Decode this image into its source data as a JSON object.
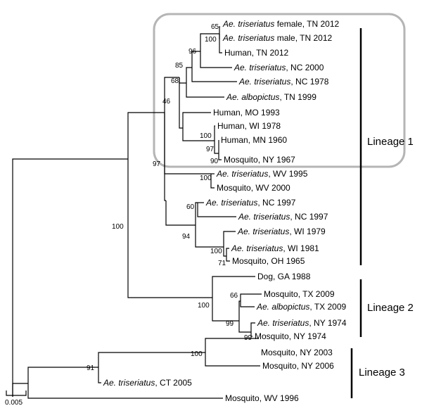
{
  "taxa": [
    {
      "prefix": "Ae. triseriatus",
      "rest": " female, TN 2012"
    },
    {
      "prefix": "Ae. triseriatus",
      "rest": " male, TN 2012"
    },
    {
      "prefix": "",
      "rest": "Human, TN 2012"
    },
    {
      "prefix": "Ae. triseriatus",
      "rest": ", NC 2000"
    },
    {
      "prefix": "Ae. triseriatus",
      "rest": ", NC 1978"
    },
    {
      "prefix": "Ae. albopictus",
      "rest": ", TN 1999"
    },
    {
      "prefix": "",
      "rest": "Human, MO 1993"
    },
    {
      "prefix": "",
      "rest": "Human, WI 1978"
    },
    {
      "prefix": "",
      "rest": "Human, MN 1960"
    },
    {
      "prefix": "",
      "rest": "Mosquito, NY 1967"
    },
    {
      "prefix": "Ae. triseriatus",
      "rest": ", WV 1995"
    },
    {
      "prefix": "",
      "rest": "Mosquito, WV 2000"
    },
    {
      "prefix": "Ae. triseriatus",
      "rest": ", NC 1997"
    },
    {
      "prefix": "Ae. triseriatus",
      "rest": ", NC 1997"
    },
    {
      "prefix": "Ae. triseriatus",
      "rest": ", WI 1979"
    },
    {
      "prefix": "Ae. triseriatus",
      "rest": ", WI 1981"
    },
    {
      "prefix": "",
      "rest": "Mosquito, OH 1965"
    },
    {
      "prefix": "",
      "rest": "Dog, GA 1988"
    },
    {
      "prefix": "",
      "rest": "Mosquito, TX 2009"
    },
    {
      "prefix": "Ae. albopictus",
      "rest": ", TX 2009"
    },
    {
      "prefix": "Ae. triseriatus",
      "rest": ", NY 1974"
    },
    {
      "prefix": "",
      "rest": "Mosquito, NY 1974"
    },
    {
      "prefix": "",
      "rest": "Mosquito, NY 2003"
    },
    {
      "prefix": "",
      "rest": "Mosquito, NY 2006"
    },
    {
      "prefix": "Ae. triseriatus",
      "rest": ", CT 2005"
    },
    {
      "prefix": "",
      "rest": "Mosquito, WV 1996"
    }
  ],
  "bootstrap": [
    "65",
    "100",
    "96",
    "85",
    "68",
    "46",
    "100",
    "97",
    "90",
    "97",
    "100",
    "60",
    "94",
    "100",
    "71",
    "100",
    "100",
    "66",
    "99",
    "99",
    "100",
    "91"
  ],
  "lineages": [
    "Lineage 1",
    "Lineage 2",
    "Lineage 3"
  ],
  "scale_label": "0.005"
}
